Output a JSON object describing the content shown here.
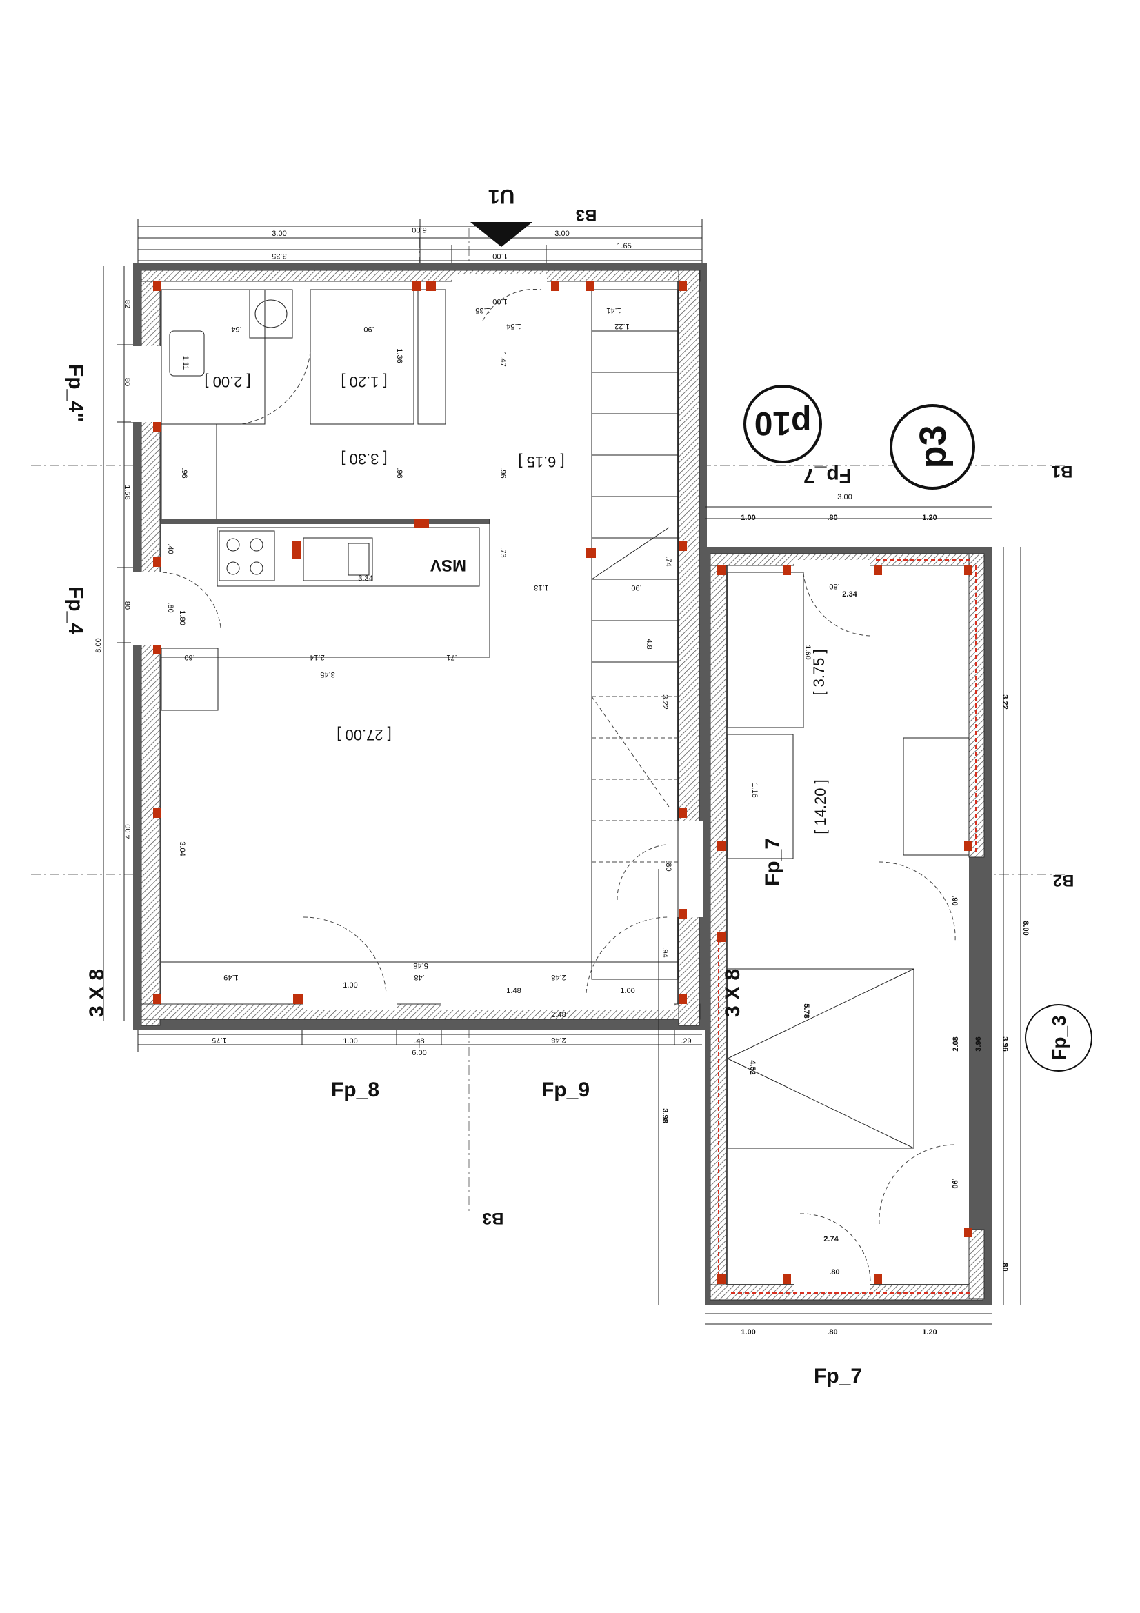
{
  "section_markers": {
    "top": "U1",
    "b3_top": "B3",
    "b3_bottom": "B3",
    "b1": "B1",
    "b2": "B2"
  },
  "bubbles": {
    "p10": "p10",
    "p3": "p3",
    "fp3": "Fp_3"
  },
  "labels": {
    "fp4_upper": "Fp_4\"",
    "fp4_lower": "Fp_4",
    "stairs_left": "3 X 8",
    "stairs_right": "3 X 8",
    "fp7_upper": "Fp_7",
    "fp7_mid": "Fp_7",
    "fp7_bottom": "Fp_7",
    "fp8": "Fp_8",
    "fp9": "Fp_9",
    "msv": "MSV"
  },
  "room_areas": {
    "wc": "[ 2.00 ]",
    "storage": "[ 1.20 ]",
    "corridor": "[ 3.30 ]",
    "entry": "[ 6.15 ]",
    "living": "[ 27.00 ]",
    "bath": "[ 3.75 ]",
    "bedroom": "[ 14.20 ]"
  },
  "dimensions": {
    "top_row1": [
      "3.00",
      "6.00",
      "3.00"
    ],
    "top_row2": [
      "3.35",
      "1.00",
      "1.65"
    ],
    "inner_top": [
      "1.35",
      "1.00",
      "1.41",
      ".64",
      ".90",
      "1.54",
      "1.22",
      "1.36",
      "1.47",
      "1.11"
    ],
    "left_stack": [
      "82",
      "80",
      "1.58",
      "80",
      "8.00",
      "4.00"
    ],
    "mid": [
      ".96",
      ".96",
      ".96",
      ".40",
      ".80",
      "1.80",
      ".60",
      "2.14",
      ".71",
      "3.45",
      "3.34",
      "1.13",
      ".73",
      ".74",
      ".90",
      "4.8",
      "3.22",
      "3.04",
      ".80",
      ".94"
    ],
    "bottom_inner": [
      "1.49",
      "1.00",
      ".48",
      "5.48",
      "2.48",
      "1.48",
      "1.00",
      "2.48"
    ],
    "bottom_row": [
      "1.75",
      "1.00",
      ".48",
      "2.48",
      "6.00",
      ".29"
    ],
    "annex_top": [
      "1.00",
      ".80",
      "1.20",
      "3.00"
    ],
    "annex_inner": [
      ".80",
      "2.34",
      "1.60",
      "1.16",
      "5.78",
      "4.52",
      ".90",
      "2.08",
      "3.96",
      ".90",
      "2.74",
      ".80"
    ],
    "annex_right": [
      "3.22",
      "8.00",
      "3.96",
      ".80"
    ],
    "annex_left": [
      "3.98"
    ],
    "annex_bottom": [
      "1.00",
      ".80",
      "1.20"
    ]
  },
  "colors": {
    "wall": "#5a5a5a",
    "column": "#c0300c",
    "insulation_line": "#d83020"
  }
}
